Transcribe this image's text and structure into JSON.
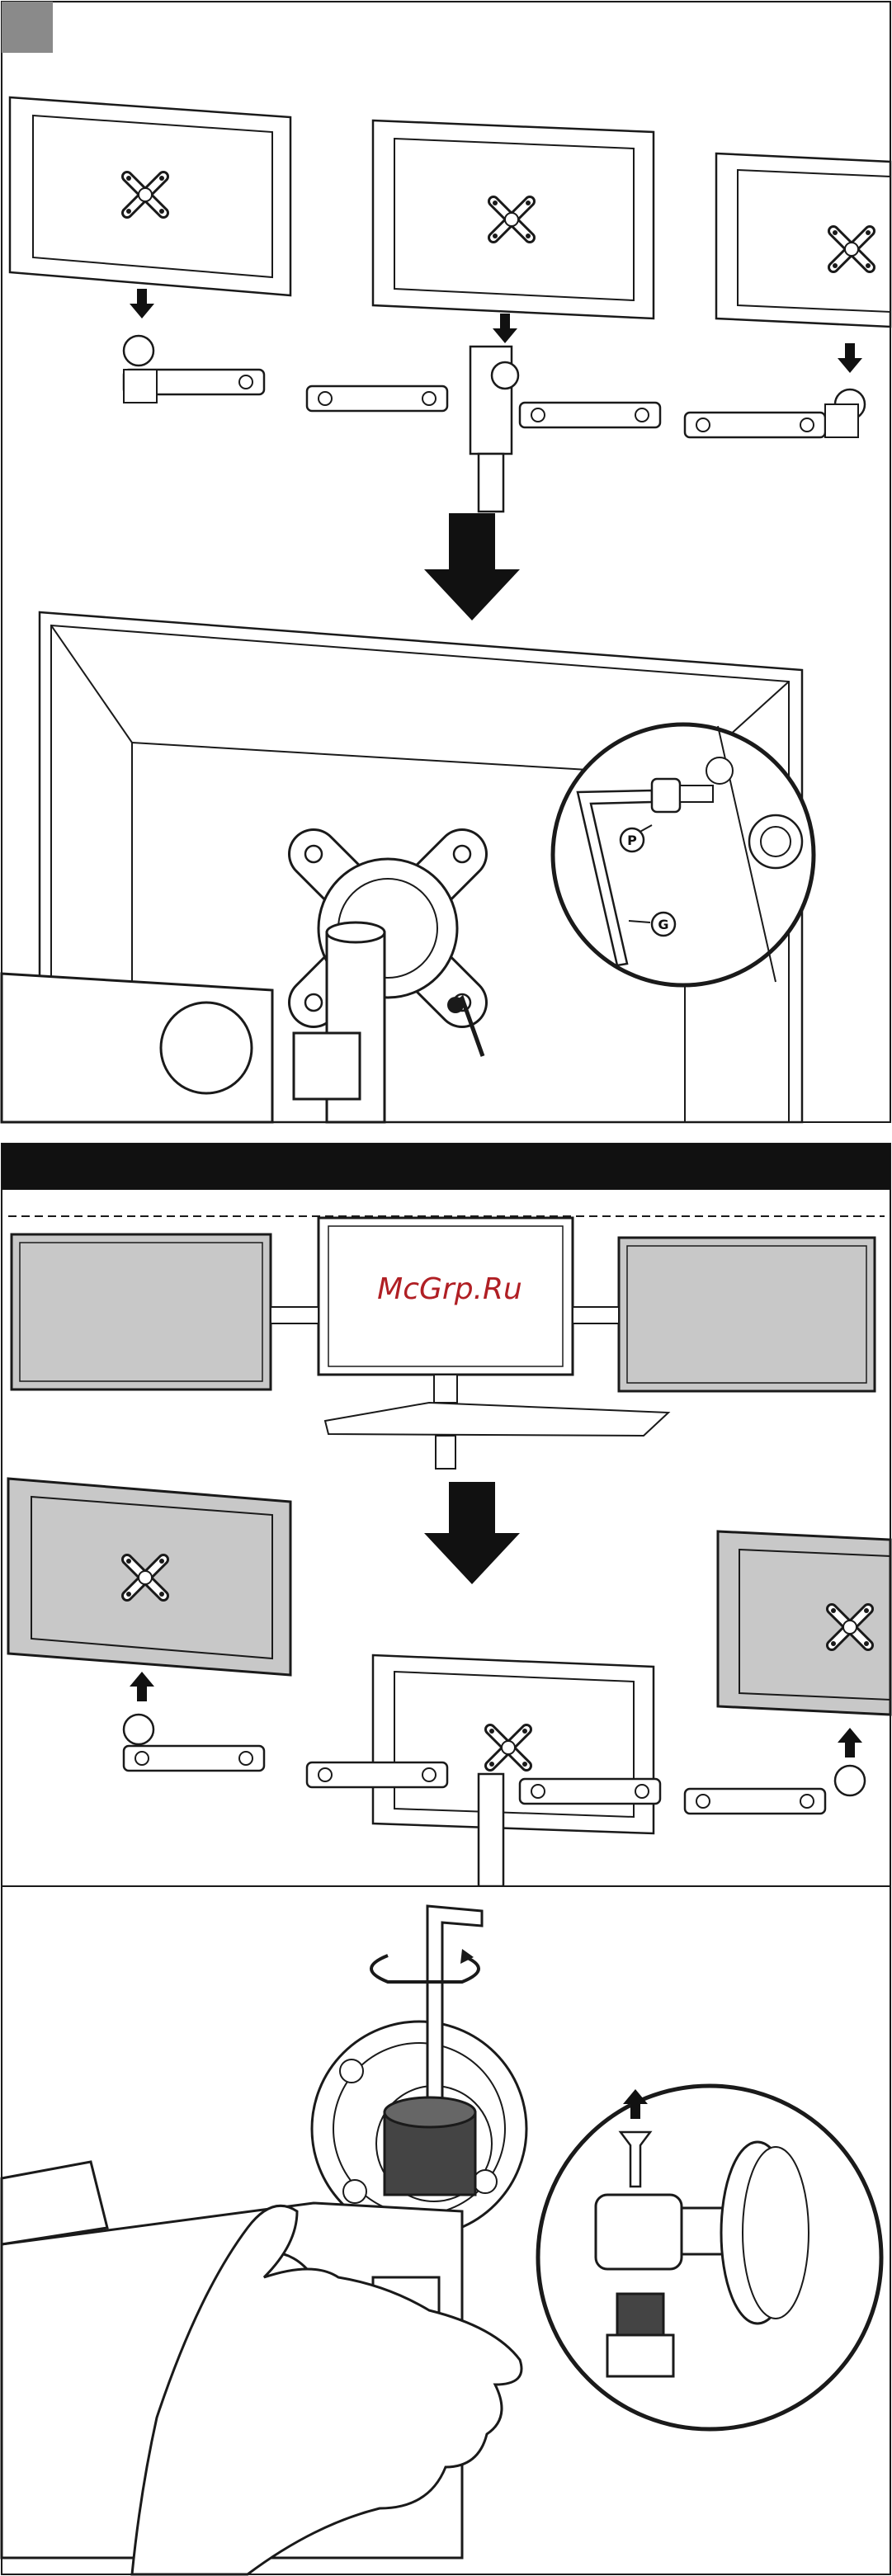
{
  "panel1": {
    "callout_p": "P",
    "callout_g": "G"
  },
  "panel2": {
    "watermark": "McGrp.Ru"
  },
  "colors": {
    "line": "#1a1a1a",
    "screen_fill": "#c8c8c8",
    "header_bar": "#111111",
    "watermark": "#b01f24"
  },
  "icons": [
    "down-arrow-icon",
    "up-arrow-icon",
    "rotate-arrow-icon",
    "vesa-plate-icon",
    "hex-key-icon"
  ]
}
